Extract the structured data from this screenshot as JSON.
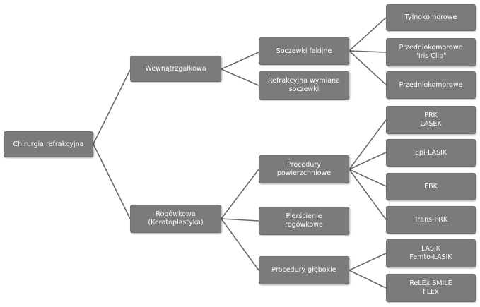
{
  "diagram": {
    "root": "Chirurgia refrakcyjna",
    "level1": [
      {
        "label": "Wewnątrzgałkowa"
      },
      {
        "label": "Rogówkowa\n(Keratoplastyka)"
      }
    ],
    "level2": [
      {
        "label": "Soczewki fakijne"
      },
      {
        "label": "Refrakcyjna wymiana\nsoczewki"
      },
      {
        "label": "Procedury\npowierzchniowe"
      },
      {
        "label": "Pierścienie\nrogówkowe"
      },
      {
        "label": "Procedury głębokie"
      }
    ],
    "level3": [
      {
        "label": "Tylnokomorowe"
      },
      {
        "label": "Przedniokomorowe\n\"Iris Clip\""
      },
      {
        "label": "Przedniokomorowe"
      },
      {
        "label": "PRK\nLASEK"
      },
      {
        "label": "Epi-LASIK"
      },
      {
        "label": "EBK"
      },
      {
        "label": "Trans-PRK"
      },
      {
        "label": "LASIK\nFemto-LASIK"
      },
      {
        "label": "ReLEx SMILE\nFLEx"
      }
    ],
    "colors": {
      "node": "#7b7b7b",
      "text": "#ffffff",
      "line": "#6a6a6a"
    }
  }
}
